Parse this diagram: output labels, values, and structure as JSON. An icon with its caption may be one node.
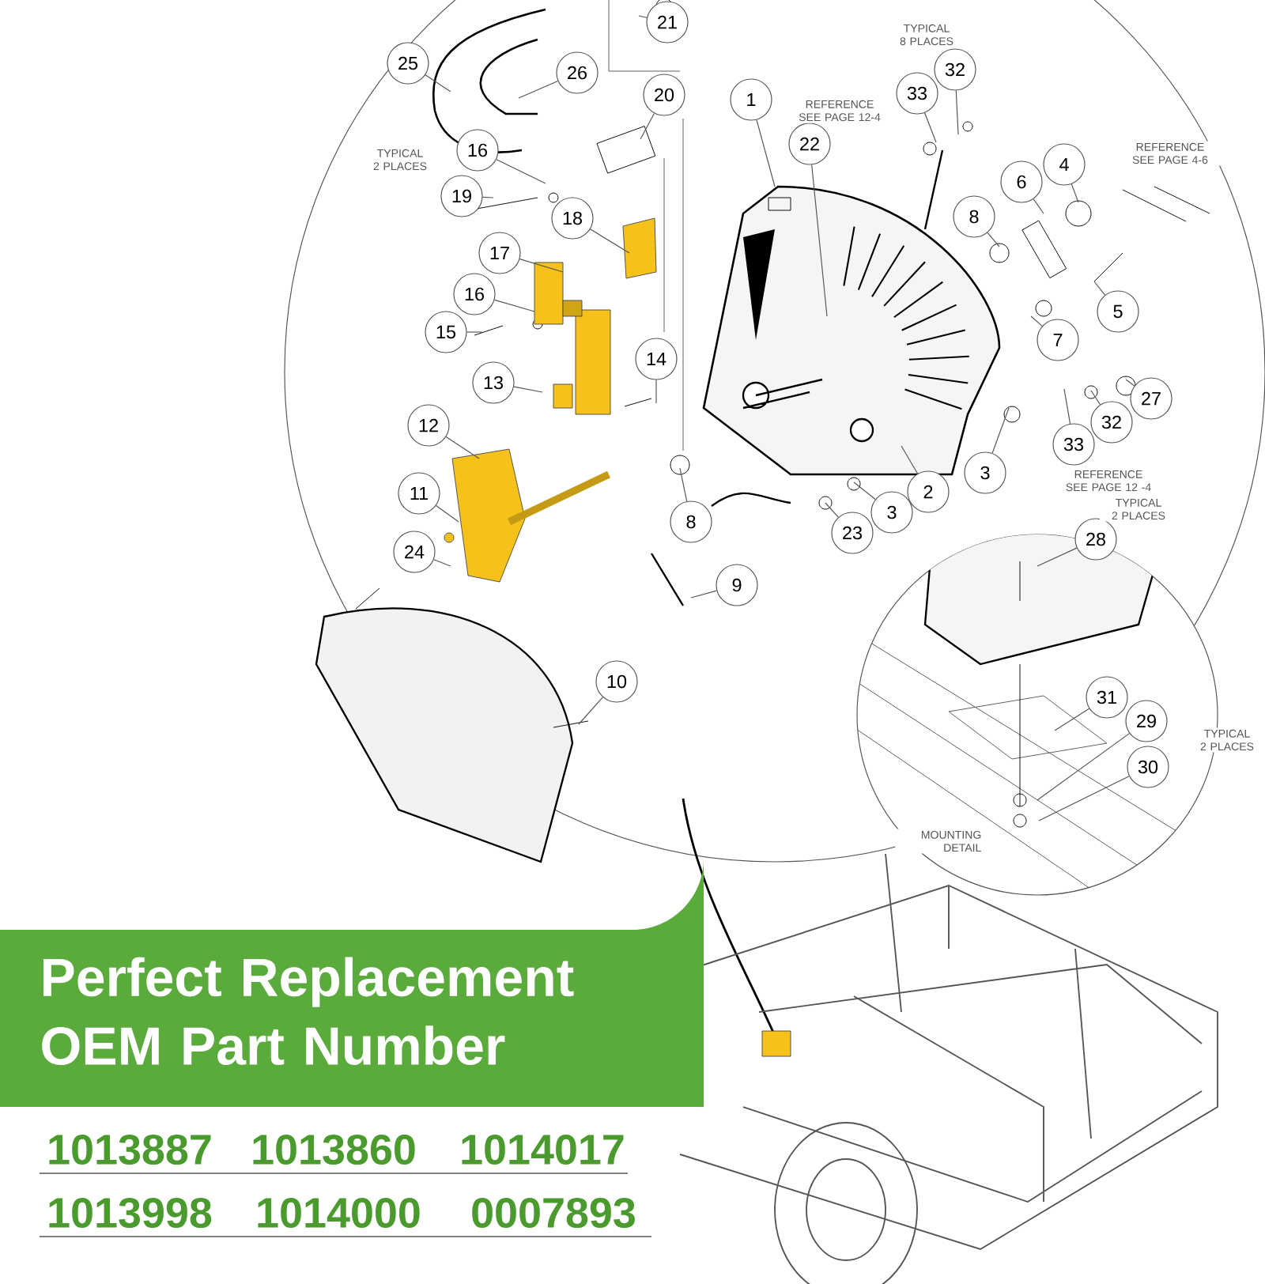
{
  "diagram": {
    "nodes": [
      {
        "text": [
          "21"
        ]
      },
      {
        "text": [
          "25"
        ]
      },
      {
        "text": [
          "26"
        ]
      },
      {
        "text": [
          "20"
        ]
      },
      {
        "text": [
          "1"
        ]
      },
      {
        "text": [
          "22"
        ]
      },
      {
        "text": [
          "33"
        ]
      },
      {
        "text": [
          "32"
        ]
      },
      {
        "text": [
          "16"
        ]
      },
      {
        "text": [
          "6"
        ]
      },
      {
        "text": [
          "4"
        ]
      },
      {
        "text": [
          "19"
        ]
      },
      {
        "text": [
          "8"
        ]
      },
      {
        "text": [
          "18"
        ]
      },
      {
        "text": [
          "17"
        ]
      },
      {
        "text": [
          "16"
        ]
      },
      {
        "text": [
          "5"
        ]
      },
      {
        "text": [
          "15"
        ]
      },
      {
        "text": [
          "7"
        ]
      },
      {
        "text": [
          "14"
        ]
      },
      {
        "text": [
          "13"
        ]
      },
      {
        "text": [
          "27"
        ]
      },
      {
        "text": [
          "32"
        ]
      },
      {
        "text": [
          "12"
        ]
      },
      {
        "text": [
          "33"
        ]
      },
      {
        "text": [
          "3"
        ]
      },
      {
        "text": [
          "2"
        ]
      },
      {
        "text": [
          "3"
        ]
      },
      {
        "text": [
          "11"
        ]
      },
      {
        "text": [
          "8"
        ]
      },
      {
        "text": [
          "23"
        ]
      },
      {
        "text": [
          "28"
        ]
      },
      {
        "text": [
          "24"
        ]
      },
      {
        "text": [
          "9"
        ]
      },
      {
        "text": [
          "10"
        ]
      },
      {
        "text": [
          "31"
        ]
      },
      {
        "text": [
          "29"
        ]
      },
      {
        "text": [
          "30"
        ]
      },
      {
        "text": [
          "Perfect Replacement OEM Part Number"
        ]
      }
    ],
    "edges": [
      {
        "from": 0,
        "to": null,
        "arrow": "none"
      },
      {
        "from": 1,
        "to": null,
        "arrow": "none"
      },
      {
        "from": 2,
        "to": null,
        "arrow": "none"
      },
      {
        "from": 3,
        "to": null,
        "arrow": "none"
      },
      {
        "from": 4,
        "to": null,
        "arrow": "none"
      },
      {
        "from": 5,
        "to": null,
        "arrow": "none"
      },
      {
        "from": 6,
        "to": null,
        "arrow": "none"
      },
      {
        "from": 7,
        "to": null,
        "arrow": "none"
      },
      {
        "from": 8,
        "to": null,
        "arrow": "none"
      },
      {
        "from": 9,
        "to": null,
        "arrow": "none"
      },
      {
        "from": 10,
        "to": null,
        "arrow": "none"
      },
      {
        "from": 11,
        "to": null,
        "arrow": "none"
      },
      {
        "from": 12,
        "to": null,
        "arrow": "none"
      },
      {
        "from": 13,
        "to": null,
        "arrow": "none"
      },
      {
        "from": 14,
        "to": null,
        "arrow": "none"
      },
      {
        "from": 15,
        "to": null,
        "arrow": "none"
      },
      {
        "from": 16,
        "to": null,
        "arrow": "none"
      },
      {
        "from": 17,
        "to": null,
        "arrow": "none"
      },
      {
        "from": 18,
        "to": null,
        "arrow": "none"
      },
      {
        "from": 19,
        "to": null,
        "arrow": "none"
      },
      {
        "from": 20,
        "to": null,
        "arrow": "none"
      },
      {
        "from": 21,
        "to": null,
        "arrow": "none"
      },
      {
        "from": 22,
        "to": null,
        "arrow": "none"
      },
      {
        "from": 23,
        "to": null,
        "arrow": "none"
      },
      {
        "from": 24,
        "to": null,
        "arrow": "none"
      },
      {
        "from": 25,
        "to": null,
        "arrow": "none"
      },
      {
        "from": 26,
        "to": null,
        "arrow": "none"
      },
      {
        "from": 27,
        "to": null,
        "arrow": "none"
      },
      {
        "from": 28,
        "to": null,
        "arrow": "none"
      },
      {
        "from": 29,
        "to": null,
        "arrow": "none"
      },
      {
        "from": 30,
        "to": null,
        "arrow": "none"
      },
      {
        "from": 31,
        "to": null,
        "arrow": "none"
      },
      {
        "from": 32,
        "to": null,
        "arrow": "none"
      },
      {
        "from": 33,
        "to": null,
        "arrow": "none"
      },
      {
        "from": 34,
        "to": null,
        "arrow": "none"
      },
      {
        "from": 35,
        "to": null,
        "arrow": "none"
      },
      {
        "from": 36,
        "to": null,
        "arrow": "none"
      },
      {
        "from": 37,
        "to": null,
        "arrow": "none"
      }
    ],
    "labels": [
      "TYPICAL 8 PLACES",
      "REFERENCE SEE PAGE 12-4",
      "TYPICAL 2 PLACES",
      "REFERENCE SEE PAGE 4-6",
      "REFERENCE SEE PAGE 12 -4",
      "TYPICAL 2 PLACES",
      "TYPICAL 2 PLACES",
      "MOUNTING DETAIL",
      "1013887",
      "1013860",
      "1014017",
      "1013998",
      "1014000",
      "0007893"
    ]
  }
}
